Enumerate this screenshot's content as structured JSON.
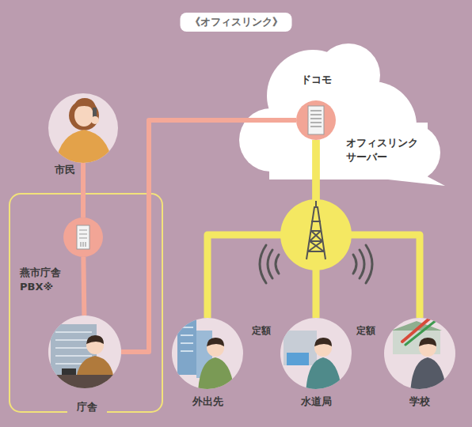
{
  "diagram": {
    "title": "《オフィスリンク》",
    "nodes": [
      {
        "text": [
          "市民"
        ]
      },
      {
        "text": [
          "ドコモ"
        ]
      },
      {
        "text": [
          "オフィスリンク サーバー"
        ],
        "in": 1
      },
      {
        "text": [
          "燕市庁舎 PBX※"
        ]
      },
      {
        "text": [
          "庁舎"
        ]
      },
      {
        "text": [
          "外出先"
        ]
      },
      {
        "text": [
          "水道局"
        ]
      },
      {
        "text": [
          "学校"
        ]
      }
    ],
    "edges": [
      {
        "from": 0,
        "to": 3,
        "arrow": "none"
      },
      {
        "from": 3,
        "to": 4,
        "arrow": "none"
      },
      {
        "from": 4,
        "to": 2,
        "arrow": "none"
      },
      {
        "from": 2,
        "to": 5,
        "arrow": "none"
      },
      {
        "from": 2,
        "to": 6,
        "arrow": "none"
      },
      {
        "from": 2,
        "to": 7,
        "arrow": "none"
      }
    ],
    "labels": [
      "定額",
      "定額"
    ]
  }
}
